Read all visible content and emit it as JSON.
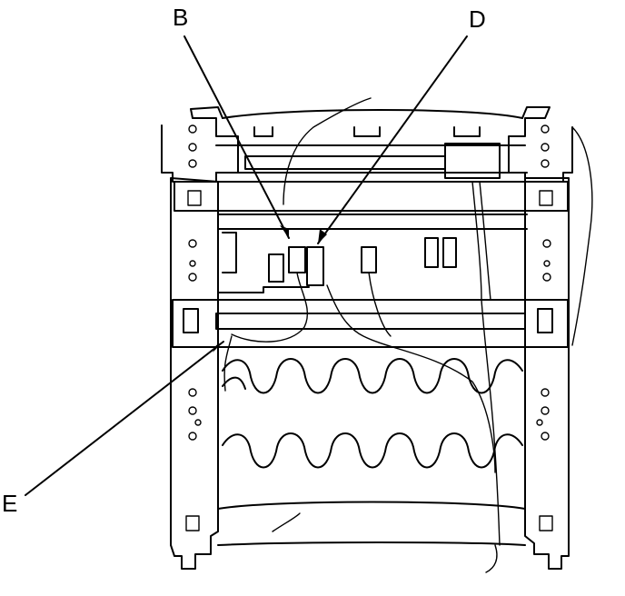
{
  "diagram": {
    "callouts": [
      {
        "id": "B",
        "label": "B"
      },
      {
        "id": "D",
        "label": "D"
      },
      {
        "id": "E",
        "label": "E"
      }
    ]
  }
}
